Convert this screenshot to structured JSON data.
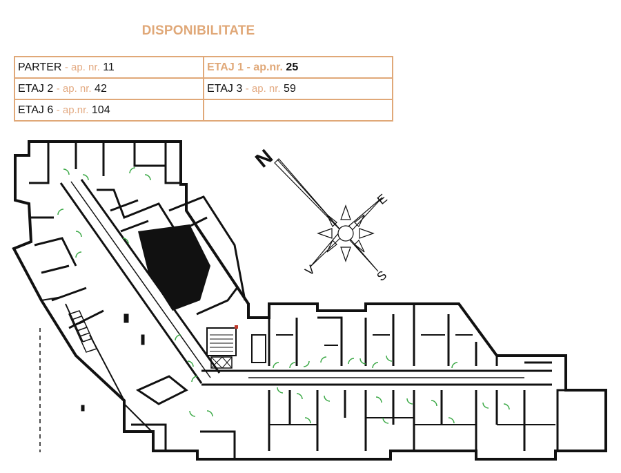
{
  "title": "DISPONIBILITATE",
  "availability": [
    {
      "level": "PARTER",
      "sep": "-  ap. nr.",
      "num": "11"
    },
    {
      "level": "ETAJ 1",
      "sep": " - ap.nr.",
      "num": "25"
    },
    {
      "level": "ETAJ 2",
      "sep": "-  ap. nr.",
      "num": "42"
    },
    {
      "level": "ETAJ 3",
      "sep": "- ap. nr.",
      "num": "59"
    },
    {
      "level": "ETAJ 6",
      "sep": "-  ap.nr.",
      "num": "104"
    }
  ],
  "compass": {
    "north": "N",
    "east": "E",
    "south": "S",
    "west": "V"
  },
  "colors": {
    "accent": "#e0a878",
    "walls": "#111111",
    "doors": "#3aa845"
  }
}
